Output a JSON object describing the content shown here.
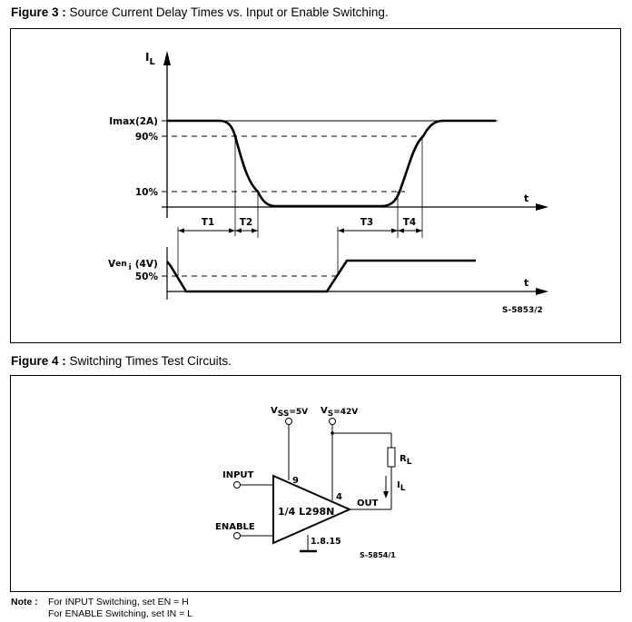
{
  "figure3": {
    "number": "Figure 3 :",
    "title": "Source Current Delay Times vs. Input or Enable Switching.",
    "y_axis_label": "I",
    "y_axis_sub": "L",
    "time_label": "t",
    "levels": {
      "imax": "Imax(2A)",
      "p90": "90%",
      "p10": "10%"
    },
    "enable_label": "V",
    "enable_sub": "en",
    "enable_subsub": "i",
    "enable_level": "(4V)",
    "enable_p50": "50%",
    "intervals": [
      "T1",
      "T2",
      "T3",
      "T4"
    ],
    "ref_code": "S-5853/2"
  },
  "figure4": {
    "number": "Figure 4 :",
    "title": "Switching Times Test Circuits.",
    "vss_label": "V",
    "vss_sub": "SS",
    "vss_value": "=5V",
    "vs_label": "V",
    "vs_sub": "S",
    "vs_value": "=42V",
    "input_label": "INPUT",
    "enable_label": "ENABLE",
    "pin_9": "9",
    "pin_4": "4",
    "pin_gnd": "1.8.15",
    "chip_label": "1/4 L298N",
    "out_label": "OUT",
    "rl_label": "R",
    "rl_sub": "L",
    "il_label": "I",
    "il_sub": "L",
    "ref_code": "S-5854/1"
  },
  "note": {
    "label": "Note :",
    "line1": "For INPUT Switching, set EN = H",
    "line2": "For ENABLE Switching, set IN = L"
  }
}
